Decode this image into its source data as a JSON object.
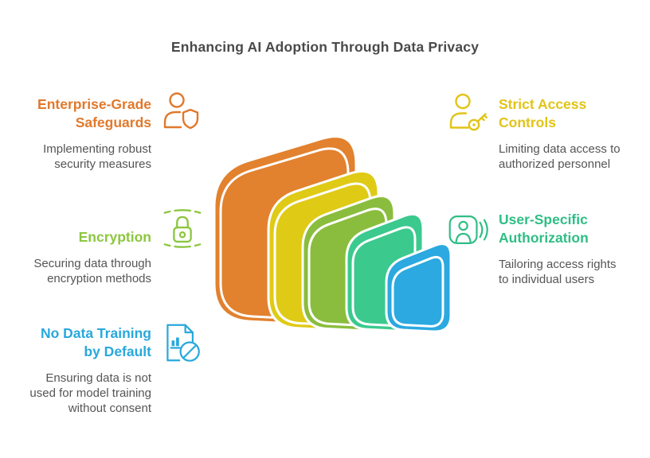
{
  "title": "Enhancing AI Adoption Through Data Privacy",
  "title_color": "#4A4A4A",
  "background": "#FFFFFF",
  "desc_color": "#555555",
  "items": {
    "left": [
      {
        "heading_line1": "Enterprise-Grade",
        "heading_line2": "Safeguards",
        "desc_line1": "Implementing robust",
        "desc_line2": "security measures",
        "desc_line3": "",
        "color": "#E0792C",
        "icon": "person-shield-icon"
      },
      {
        "heading_line1": "Encryption",
        "heading_line2": "",
        "desc_line1": "Securing data through",
        "desc_line2": "encryption methods",
        "desc_line3": "",
        "color": "#8CC63F",
        "icon": "encryption-lock-icon"
      },
      {
        "heading_line1": "No Data Training",
        "heading_line2": "by Default",
        "desc_line1": "Ensuring data is not",
        "desc_line2": "used for model training",
        "desc_line3": "without consent",
        "color": "#29A8DC",
        "icon": "no-data-document-icon"
      }
    ],
    "right": [
      {
        "heading_line1": "Strict Access",
        "heading_line2": "Controls",
        "desc_line1": "Limiting data access to",
        "desc_line2": "authorized personnel",
        "desc_line3": "",
        "color": "#E2C417",
        "icon": "person-key-icon"
      },
      {
        "heading_line1": "User-Specific",
        "heading_line2": "Authorization",
        "desc_line1": "Tailoring access rights",
        "desc_line2": "to individual users",
        "desc_line3": "",
        "color": "#2FBE85",
        "icon": "user-signal-icon"
      }
    ]
  },
  "stack": {
    "layers": [
      {
        "name": "layer-1-orange",
        "color": "#E2812E"
      },
      {
        "name": "layer-2-yellow",
        "color": "#DFCA16"
      },
      {
        "name": "layer-3-green",
        "color": "#8ABD3D"
      },
      {
        "name": "layer-4-teal",
        "color": "#3BC98E"
      },
      {
        "name": "layer-5-blue",
        "color": "#2BA9E0"
      }
    ],
    "separator_color": "#FFFFFF"
  }
}
